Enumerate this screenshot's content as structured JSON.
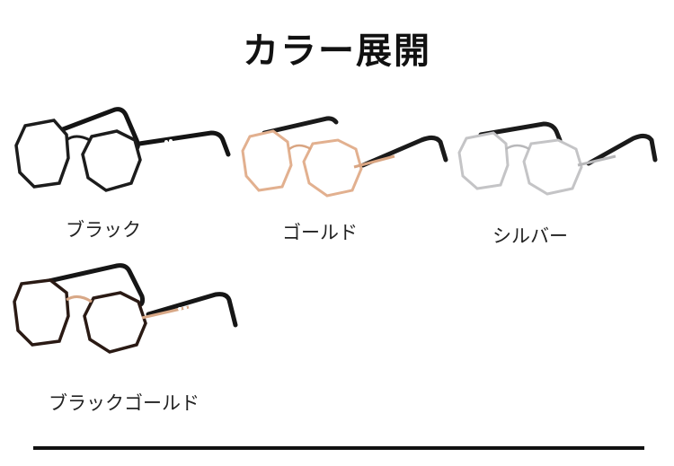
{
  "title": "カラー展開",
  "variants": [
    {
      "label": "ブラック",
      "frame_color": "#1c1c1c",
      "temple_color": "#141414",
      "bridge_color": "#1c1c1c"
    },
    {
      "label": "ゴールド",
      "frame_color": "#e2b08f",
      "temple_color": "#1a1a1a",
      "bridge_color": "#d9a582"
    },
    {
      "label": "シルバー",
      "frame_color": "#c4c4c6",
      "temple_color": "#1a1a1a",
      "bridge_color": "#b8b8ba"
    },
    {
      "label": "ブラックゴールド",
      "frame_color": "#2a1a14",
      "temple_color": "#161616",
      "bridge_color": "#d8a887"
    }
  ]
}
